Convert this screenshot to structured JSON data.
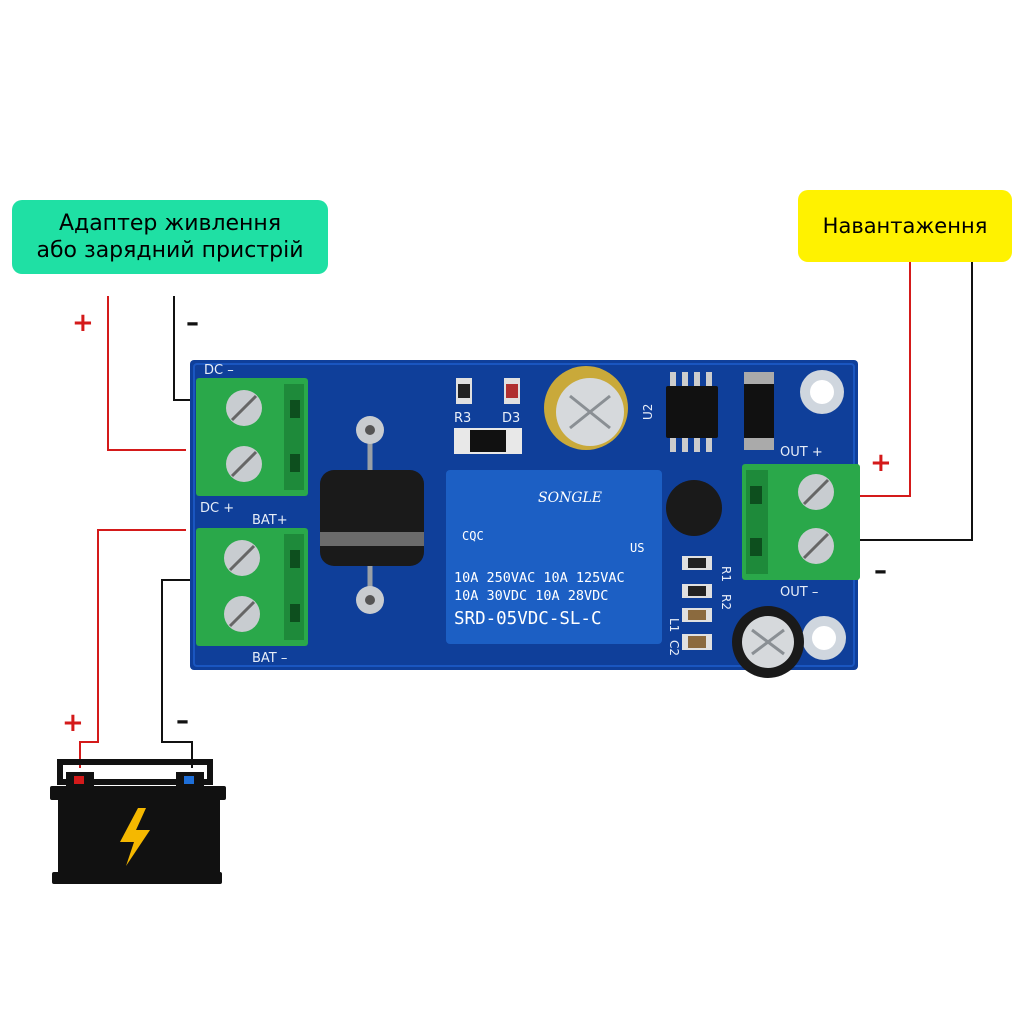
{
  "labels": {
    "adapter_line1": "Адаптер живлення",
    "adapter_line2": "або зарядний пристрій",
    "load": "Навантаження"
  },
  "signs": {
    "dc_plus": "+",
    "dc_minus": "–",
    "bat_plus": "+",
    "bat_minus": "–",
    "out_plus": "+",
    "out_minus": "–"
  },
  "board": {
    "dc_minus": "DC –",
    "dc_plus": "DC +",
    "bat_plus": "BAT+",
    "bat_minus": "BAT –",
    "out_plus": "OUT +",
    "out_minus": "OUT –",
    "r3": "R3",
    "d3": "D3",
    "u2": "U2",
    "r1": "R1",
    "r2": "R2",
    "l1": "L1",
    "c2": "C2"
  },
  "relay": {
    "brand": "SONGLE",
    "line1": "10A 250VAC  10A 125VAC",
    "line2": "10A  30VDC  10A  28VDC",
    "model": "SRD-05VDC-SL-C",
    "cqc": "CQC",
    "us": "US"
  },
  "colors": {
    "pcb": "#0f3f9a",
    "terminal": "#2aa84a",
    "relay": "#1c5fc4",
    "wire_positive": "#d41a1a",
    "wire_negative": "#111111",
    "adapter_label_bg": "#1fe0a4",
    "load_label_bg": "#fff200"
  },
  "icons": {
    "battery": "battery-icon",
    "lightning": "lightning-icon"
  }
}
